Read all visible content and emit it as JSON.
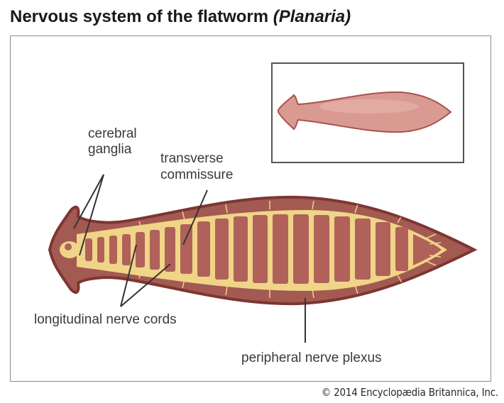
{
  "title": {
    "main": "Nervous system of the flatworm",
    "genus": "(Planaria)"
  },
  "labels": {
    "cerebral_line1": "cerebral",
    "cerebral_line2": "ganglia",
    "transverse_line1": "transverse",
    "transverse_line2": "commissure",
    "longitudinal": "longitudinal nerve cords",
    "peripheral": "peripheral nerve plexus"
  },
  "copyright": "© 2014 Encyclopædia Britannica, Inc.",
  "colors": {
    "body_fill": "#b56a62",
    "body_outline": "#8a3f3a",
    "nerve": "#f2d88a",
    "inset_worm": "#d89088"
  }
}
